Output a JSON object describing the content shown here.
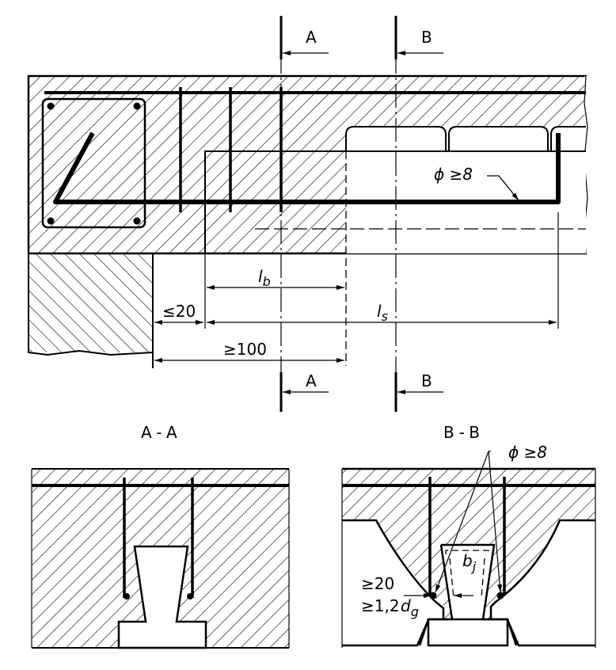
{
  "section_markers": {
    "a": "A",
    "b": "B"
  },
  "dimensions": {
    "lb": "l",
    "lb_sub": "b",
    "ls": "l",
    "ls_sub": "s",
    "max20": "≤20",
    "min100": "≥100"
  },
  "rebar_note": "ϕ ≥8",
  "section_aa": {
    "title": "A-A"
  },
  "section_bb": {
    "title": "B-B",
    "rebar_note": "ϕ ≥8",
    "min20": "≥20",
    "min12": "≥1,2",
    "dg": "d",
    "dg_sub": "g",
    "bj": "b",
    "bj_sub": "j"
  },
  "colors": {
    "ink": "#000000",
    "paper": "#ffffff"
  }
}
